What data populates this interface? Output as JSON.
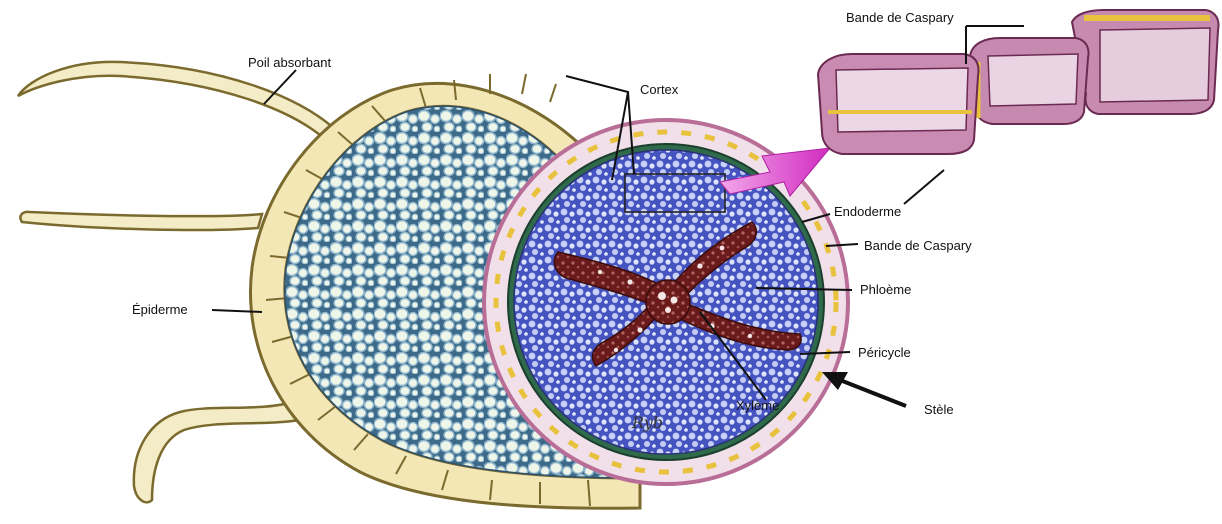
{
  "labels": {
    "poil_absorbant": "Poil absorbant",
    "cortex": "Cortex",
    "epiderme": "Épiderme",
    "endoderme": "Endoderme",
    "bande_caspary_inset": "Bande de Caspary",
    "bande_caspary": "Bande de Caspary",
    "phloeme": "Phloème",
    "pericycle": "Péricycle",
    "xyleme": "Xylème",
    "stele": "Stèle"
  },
  "signature": "Ryb",
  "colors": {
    "epidermis": "#d8c27a",
    "cortex_cell": "#eef6ea",
    "cortex_wall": "#6d97b3",
    "cortex_bg": "#3f6f8f",
    "stele_phloem": "#4a58c8",
    "xylem": "#6e1d1d",
    "endoderm_ring": "#c68aa8",
    "caspary": "#e8c23c",
    "inset_cell": "#bf7fa6",
    "arrow_magenta": "#d944c6"
  }
}
